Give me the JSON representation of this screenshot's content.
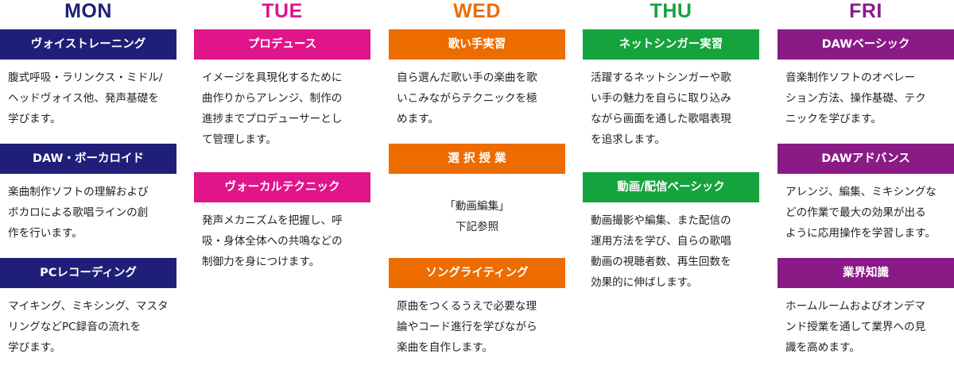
{
  "days": [
    {
      "name": "MON",
      "color": "#1f1f7a",
      "items": [
        {
          "title": "ヴォイストレーニング",
          "desc": "腹式呼吸・ラリンクス・ミドル/\nヘッドヴォイス他、発声基礎を\n学びます。"
        },
        {
          "title": "DAW・ボーカロイド",
          "desc": "楽曲制作ソフトの理解および\nボカロによる歌唱ラインの創\n作を行います。"
        },
        {
          "title": "PCレコーディング",
          "desc": "マイキング、ミキシング、マスタ\nリングなどPC録音の流れを\n学びます。"
        }
      ]
    },
    {
      "name": "TUE",
      "color": "#e0158a",
      "items": [
        {
          "title": "プロデュース",
          "desc": "イメージを具現化するために\n曲作りからアレンジ、制作の\n進捗までプロデューサーとし\nて管理します。"
        },
        {
          "title": "ヴォーカルテクニック",
          "desc": "発声メカニズムを把握し、呼\n吸・身体全体への共鳴などの\n制御力を身につけます。"
        }
      ]
    },
    {
      "name": "WED",
      "color": "#ec6c00",
      "items": [
        {
          "title": "歌い手実習",
          "desc": "自ら選んだ歌い手の楽曲を歌\nいこみながらテクニックを極\nめます。"
        },
        {
          "title": "選 択 授 業",
          "desc": "「動画編集」\n下記参照"
        },
        {
          "title": "ソングライティング",
          "desc": "原曲をつくるうえで必要な理\n論やコード進行を学びながら\n楽曲を自作します。"
        }
      ]
    },
    {
      "name": "THU",
      "color": "#14a33c",
      "items": [
        {
          "title": "ネットシンガー実習",
          "desc": "活躍するネットシンガーや歌\nい手の魅力を自らに取り込み\nながら画面を通した歌唱表現\nを追求します。"
        },
        {
          "title": "動画/配信ベーシック",
          "desc": "動画撮影や編集、また配信の\n運用方法を学び、自らの歌唱\n動画の視聴者数、再生回数を\n効果的に伸ばします。"
        }
      ]
    },
    {
      "name": "FRI",
      "color": "#8a1a86",
      "items": [
        {
          "title": "DAWベーシック",
          "desc": "音楽制作ソフトのオペレー\nション方法、操作基礎、テク\nニックを学びます。"
        },
        {
          "title": "DAWアドバンス",
          "desc": "アレンジ、編集、ミキシングな\nどの作業で最大の効果が出る\nように応用操作を学習します。"
        },
        {
          "title": "業界知識",
          "desc": "ホームルームおよびオンデマ\nンド授業を通して業界への見\n識を高めます。"
        }
      ]
    }
  ]
}
